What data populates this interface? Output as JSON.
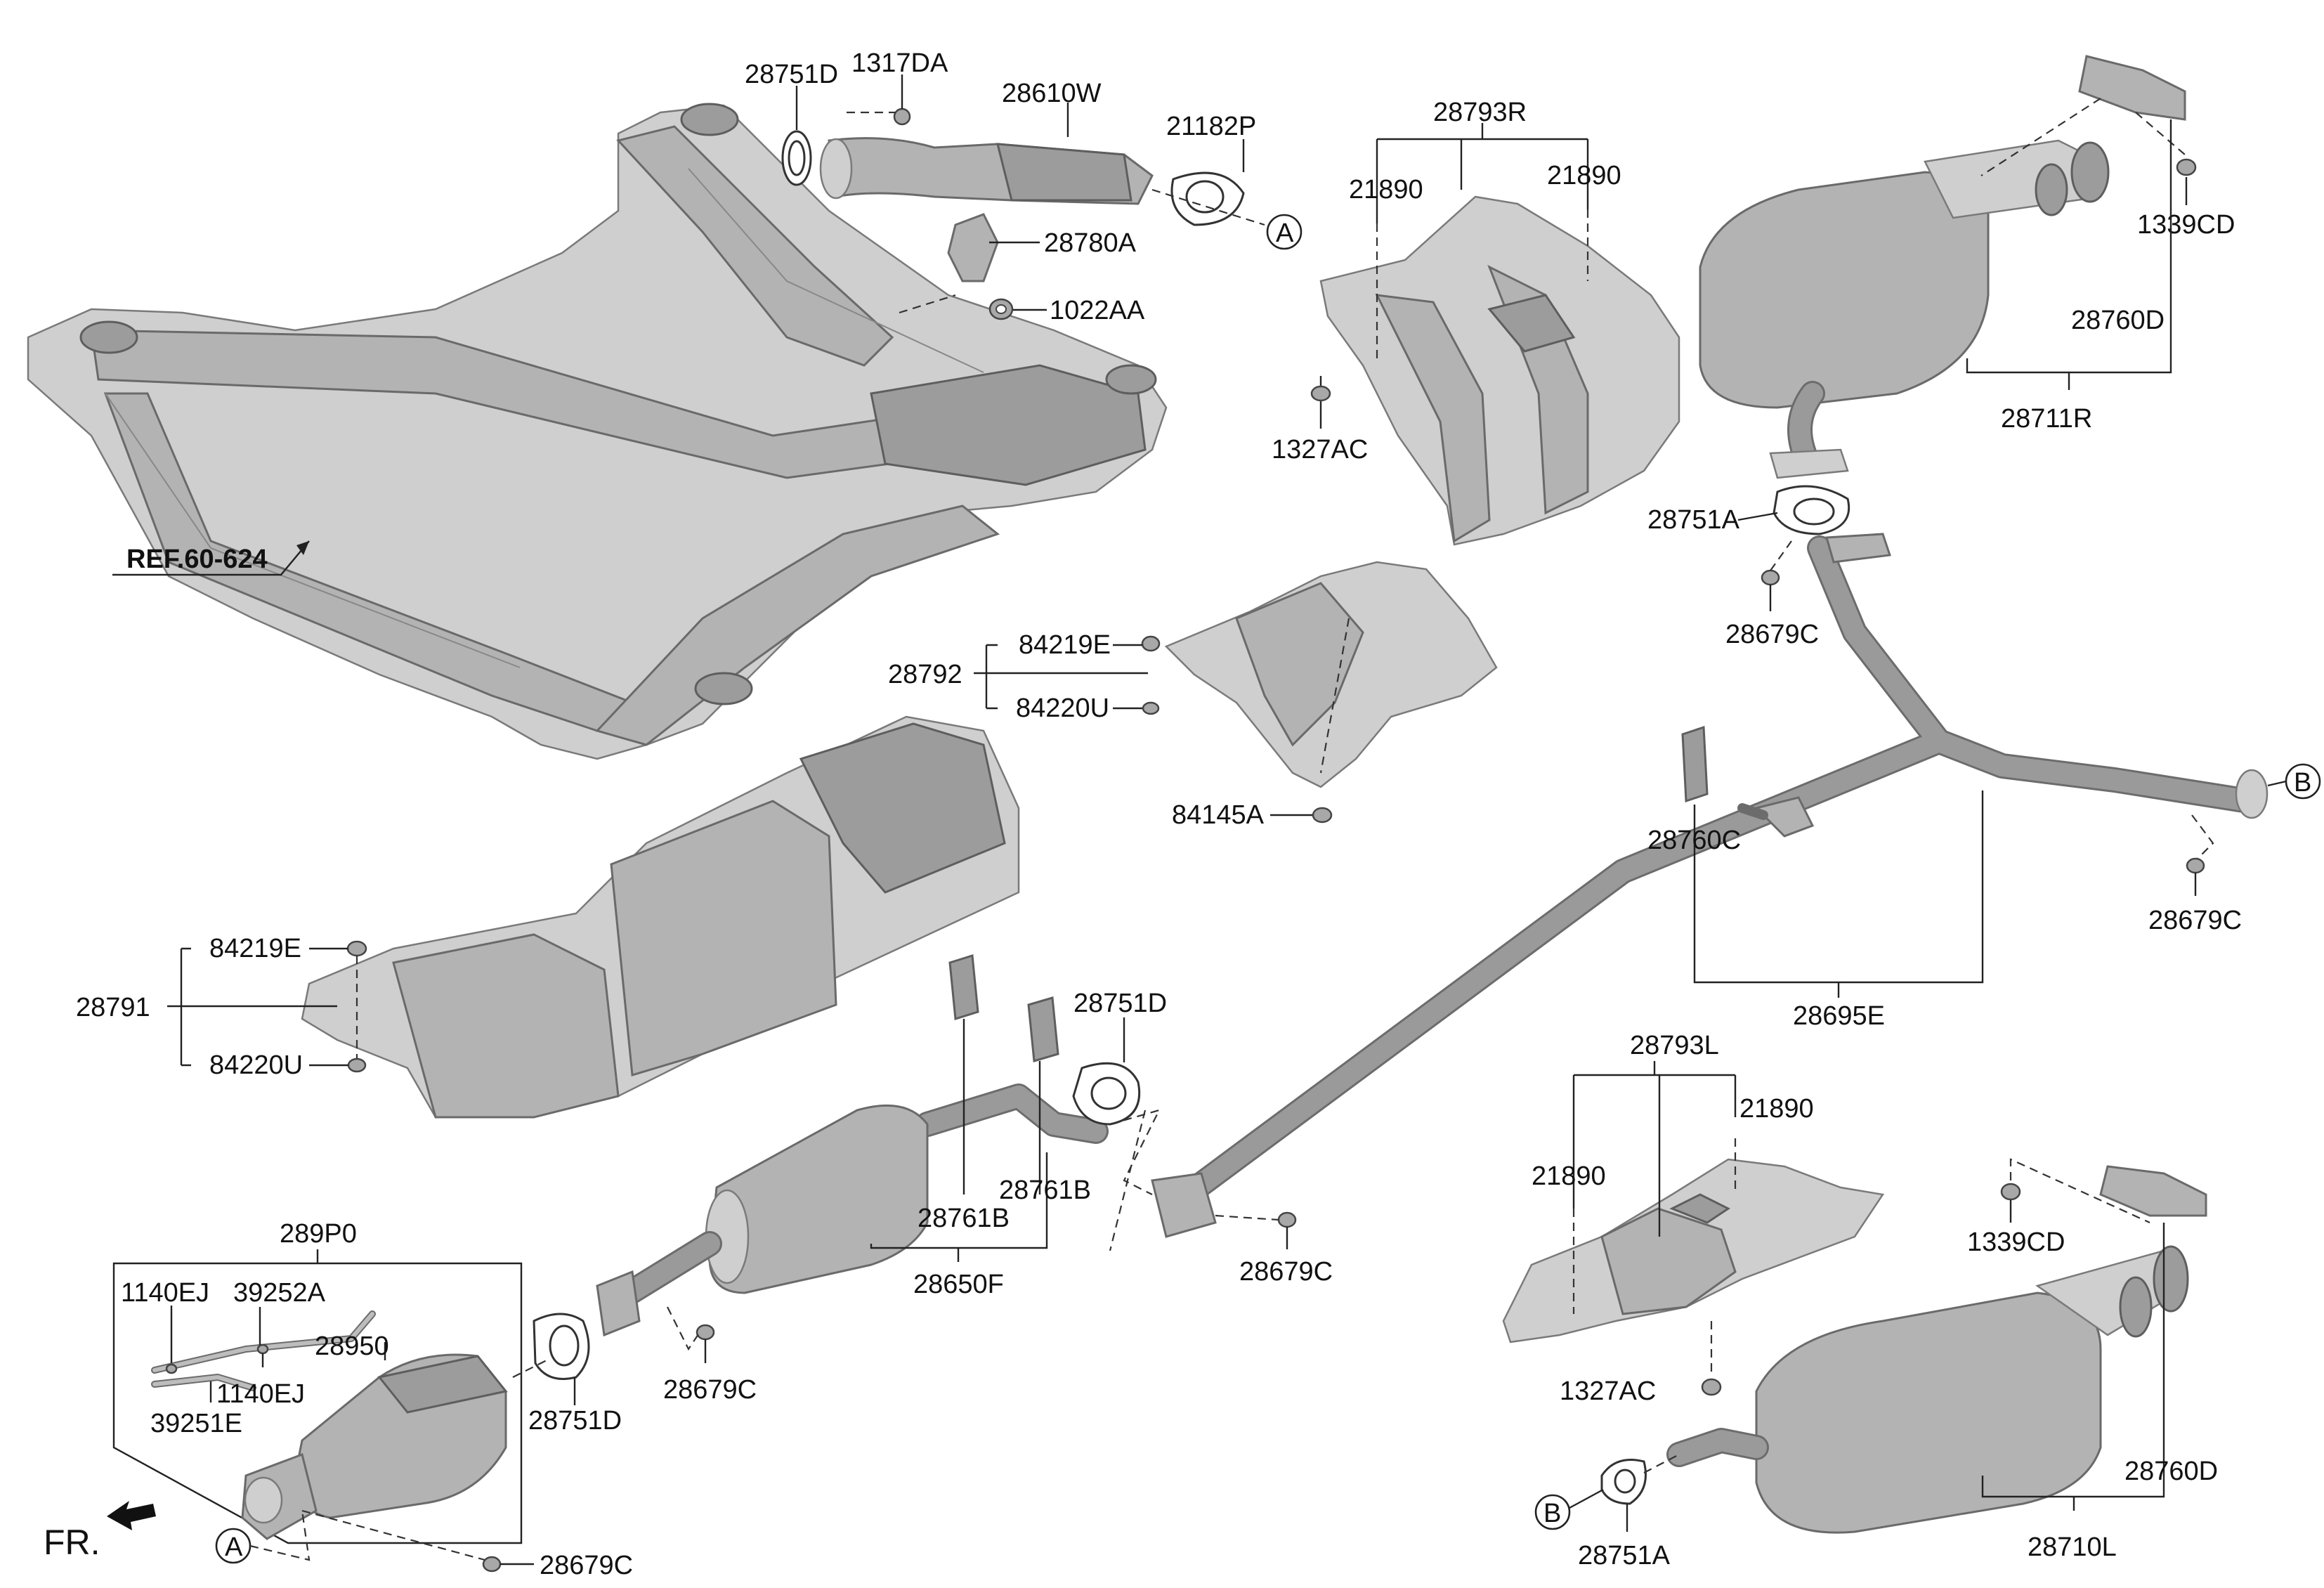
{
  "labels": {
    "c28751d_top": "28751D",
    "c1317da": "1317DA",
    "c28610w": "28610W",
    "c21182p": "21182P",
    "c28780a": "28780A",
    "c1022aa": "1022AA",
    "ref": "REF.60-624",
    "c28793r": "28793R",
    "c21890_r1": "21890",
    "c21890_r2": "21890",
    "c1327ac_top": "1327AC",
    "c1339cd_top": "1339CD",
    "c28760d_top": "28760D",
    "c28711r": "28711R",
    "c28751a_top": "28751A",
    "c28679c_mid": "28679C",
    "c84219e_mid": "84219E",
    "c28792": "28792",
    "c84220u_mid": "84220U",
    "c84145a": "84145A",
    "c28760c": "28760C",
    "c28695e": "28695E",
    "c28679c_right": "28679C",
    "c84219e_left": "84219E",
    "c28791": "28791",
    "c84220u_left": "84220U",
    "c28751d_mid": "28751D",
    "c28761b_1": "28761B",
    "c28761b_2": "28761B",
    "c28650f": "28650F",
    "c28679c_center": "28679C",
    "c289p0": "289P0",
    "c1140ej_1": "1140EJ",
    "c39252a": "39252A",
    "c28950": "28950",
    "c1140ej_2": "1140EJ",
    "c39251e": "39251E",
    "c28751d_low": "28751D",
    "c28679c_low": "28679C",
    "c28679c_bottom": "28679C",
    "c28793l": "28793L",
    "c21890_l1": "21890",
    "c21890_l2": "21890",
    "c1327ac_low": "1327AC",
    "c1339cd_low": "1339CD",
    "c28760d_low": "28760D",
    "c28710l": "28710L",
    "c28751a_low": "28751A",
    "fr": "FR."
  },
  "markers": {
    "a_top": "A",
    "b_right": "B",
    "a_bottom": "A",
    "b_bottom": "B"
  },
  "colors": {
    "part_fill": "#b3b3b3",
    "part_outline": "#6a6a6a",
    "leader_line": "#222222",
    "background": "#ffffff"
  }
}
